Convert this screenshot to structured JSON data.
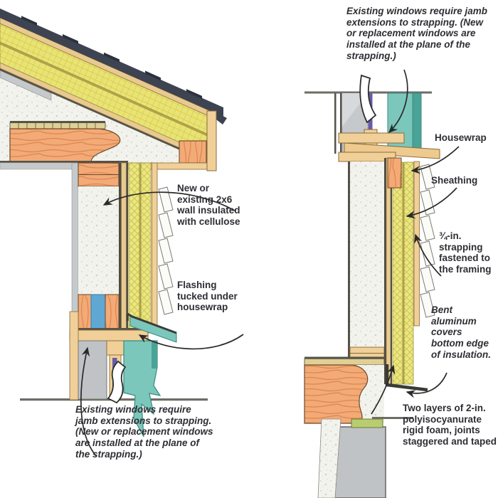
{
  "labels": {
    "note_existing_windows_top": "Existing windows require jamb extensions to strapping. (New or replacement windows are installed at the plane of the strapping.)",
    "housewrap": "Housewrap",
    "sheathing": "Sheathing",
    "strapping": "¾-in. strapping fastened to the framing",
    "bent_aluminum": "Bent aluminum covers bottom edge of insulation.",
    "two_layers": "Two layers of 2-in. polyisocyanurate rigid foam, joints staggered and taped",
    "wall_insulation": "New or existing 2x6 wall insulated with cellulose",
    "flashing": "Flashing tucked under housewrap",
    "note_existing_windows_bottom": "Existing windows require jamb extensions to strapping. (New or replacement windows are installed at the plane of the strapping.)"
  },
  "colors": {
    "foam_yellow": "#ebe77e",
    "foam_hatch": "#cabd58",
    "roof_foam": "#e9e472",
    "shingle_dark": "#3d4350",
    "wood_tan": "#f0d098",
    "wood_orange": "#f3aa76",
    "wood_grain": "#d98752",
    "cellulose": "#f3f3ee",
    "gray_panel": "#c5c9cb",
    "teal_flashing": "#7cc7bc",
    "teal_dark": "#4aa396",
    "blue_foam": "#5fa8d4",
    "purple_jamb": "#6a5aa8",
    "green_sill_seal": "#b8cc70",
    "text": "#2e2e34"
  }
}
